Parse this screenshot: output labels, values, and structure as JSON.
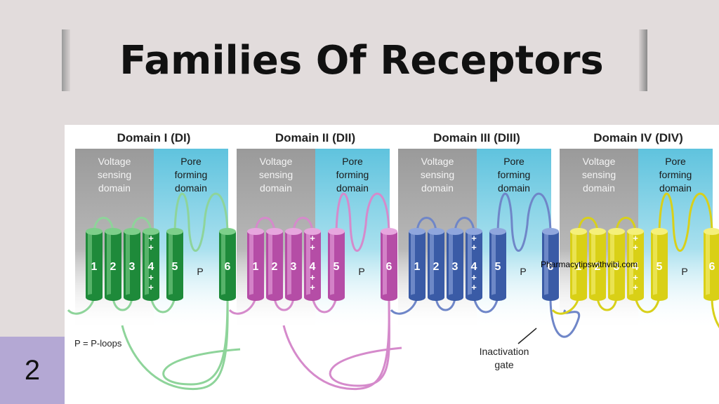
{
  "slide": {
    "title": "Families Of Receptors",
    "page_number": "2"
  },
  "diagram": {
    "domains": [
      {
        "title": "Domain I (DI)",
        "vs_label": [
          "Voltage",
          "sensing",
          "domain"
        ],
        "pf_label": [
          "Pore",
          "forming",
          "domain"
        ],
        "color": "#1e8a3a",
        "light": "#7dcf8a",
        "loop": "#8ed49a",
        "helix_labels": [
          "1",
          "2",
          "3",
          "4",
          "5",
          "P",
          "6"
        ]
      },
      {
        "title": "Domain II (DII)",
        "vs_label": [
          "Voltage",
          "sensing",
          "domain"
        ],
        "pf_label": [
          "Pore",
          "forming",
          "domain"
        ],
        "color": "#b54da6",
        "light": "#e7a6de",
        "loop": "#d58acb",
        "helix_labels": [
          "1",
          "2",
          "3",
          "4",
          "5",
          "P",
          "6"
        ]
      },
      {
        "title": "Domain III (DIII)",
        "vs_label": [
          "Voltage",
          "sensing",
          "domain"
        ],
        "pf_label": [
          "Pore",
          "forming",
          "domain"
        ],
        "color": "#3a5ba6",
        "light": "#8fa6dd",
        "loop": "#6f86c8",
        "helix_labels": [
          "1",
          "2",
          "3",
          "4",
          "5",
          "P",
          "6"
        ]
      },
      {
        "title": "Domain IV (DIV)",
        "vs_label": [
          "Voltage",
          "sensing",
          "domain"
        ],
        "pf_label": [
          "Pore",
          "forming",
          "domain"
        ],
        "color": "#d9d016",
        "light": "#f5f07a",
        "loop": "#d8d01a",
        "helix_labels": [
          "1",
          "2",
          "3",
          "4",
          "5",
          "P",
          "6"
        ]
      }
    ],
    "charge_symbol": "+",
    "legend": "P = P-loops",
    "inactivation_label": [
      "Inactivation",
      "gate"
    ],
    "colors": {
      "voltage_panel": "#9a9a9a",
      "pore_panel": "#5fc3de"
    }
  },
  "watermark": "Pharmacytipswithvibi.com"
}
